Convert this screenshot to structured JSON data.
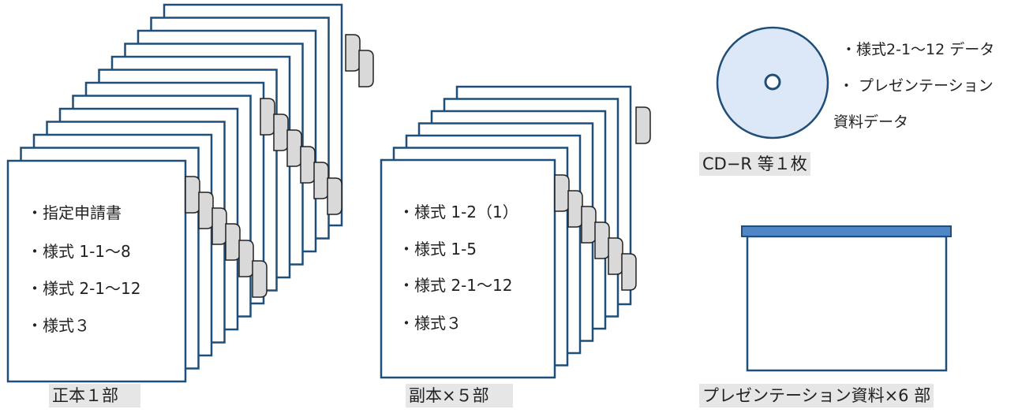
{
  "original": {
    "label": "正本１部",
    "items": [
      "・指定申請書",
      "・様式 1-1〜8",
      "・様式 2-1〜12",
      "・様式３"
    ]
  },
  "copies": {
    "label": "副本×５部",
    "items": [
      "・様式 1-2（1）",
      "・様式 1-5",
      "・様式 2-1〜12",
      "・様式３"
    ]
  },
  "cd": {
    "label": "CD−R 等１枚",
    "line1": "・様式2-1〜12 データ",
    "line2": "・ プレゼンテーション",
    "line3": "資料データ"
  },
  "presentation": {
    "label": "プレゼンテーション資料×6 部"
  },
  "colors": {
    "stroke": "#1f4e79",
    "tab_fill": "#d9d9d9",
    "disc_fill": "#dce8f7",
    "binder_bar": "#4f86c6"
  }
}
